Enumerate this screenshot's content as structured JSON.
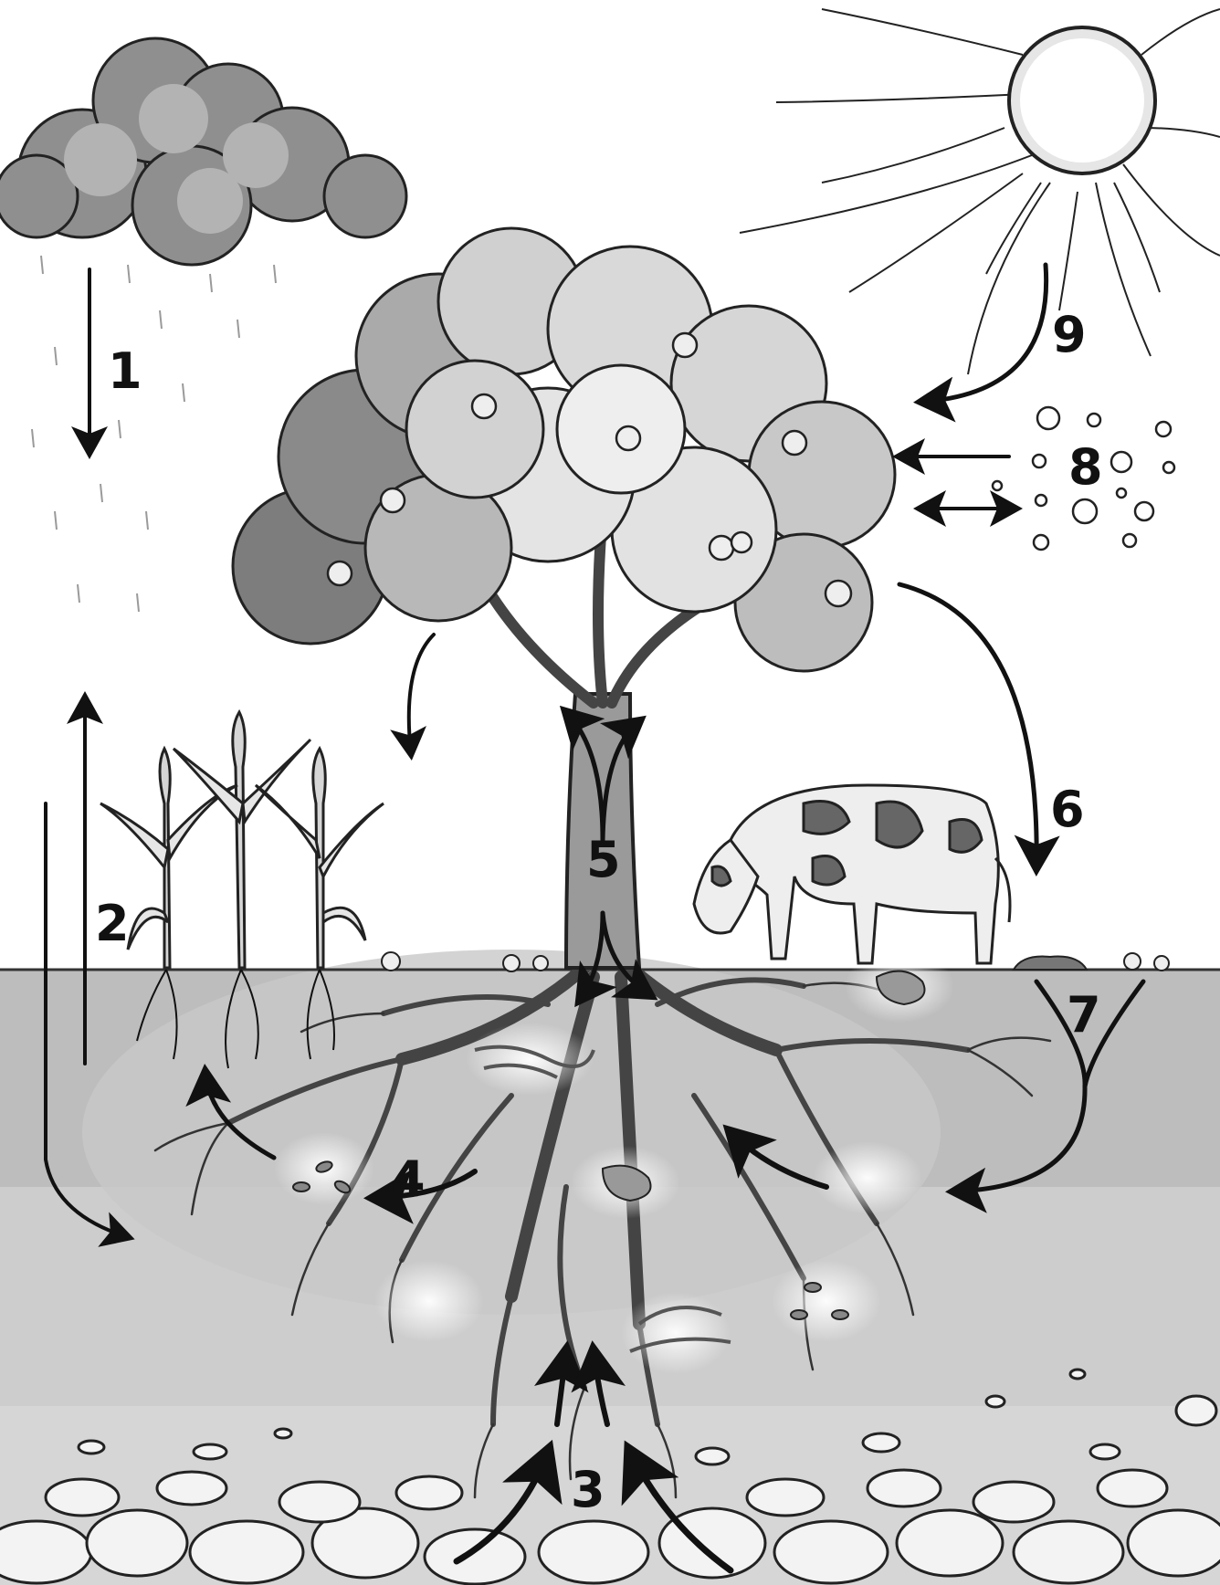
{
  "diagram": {
    "labels": [
      {
        "id": "1",
        "text": "1"
      },
      {
        "id": "2",
        "text": "2"
      },
      {
        "id": "3",
        "text": "3"
      },
      {
        "id": "4",
        "text": "4"
      },
      {
        "id": "5",
        "text": "5"
      },
      {
        "id": "6",
        "text": "6"
      },
      {
        "id": "7",
        "text": "7"
      },
      {
        "id": "8",
        "text": "8"
      },
      {
        "id": "9",
        "text": "9"
      }
    ]
  },
  "colors": {
    "sky": "#ffffff",
    "soil_top": "#bdbdbd",
    "soil_mid": "#cfcfcf",
    "soil_deep": "#d8d8d8",
    "cloud": "#8f8f8f",
    "cloud_dark": "#6e6e6e",
    "foliage_dark": "#7d7d7d",
    "foliage_light": "#d9d9d9",
    "trunk": "#9a9a9a",
    "arrow": "#111111"
  }
}
